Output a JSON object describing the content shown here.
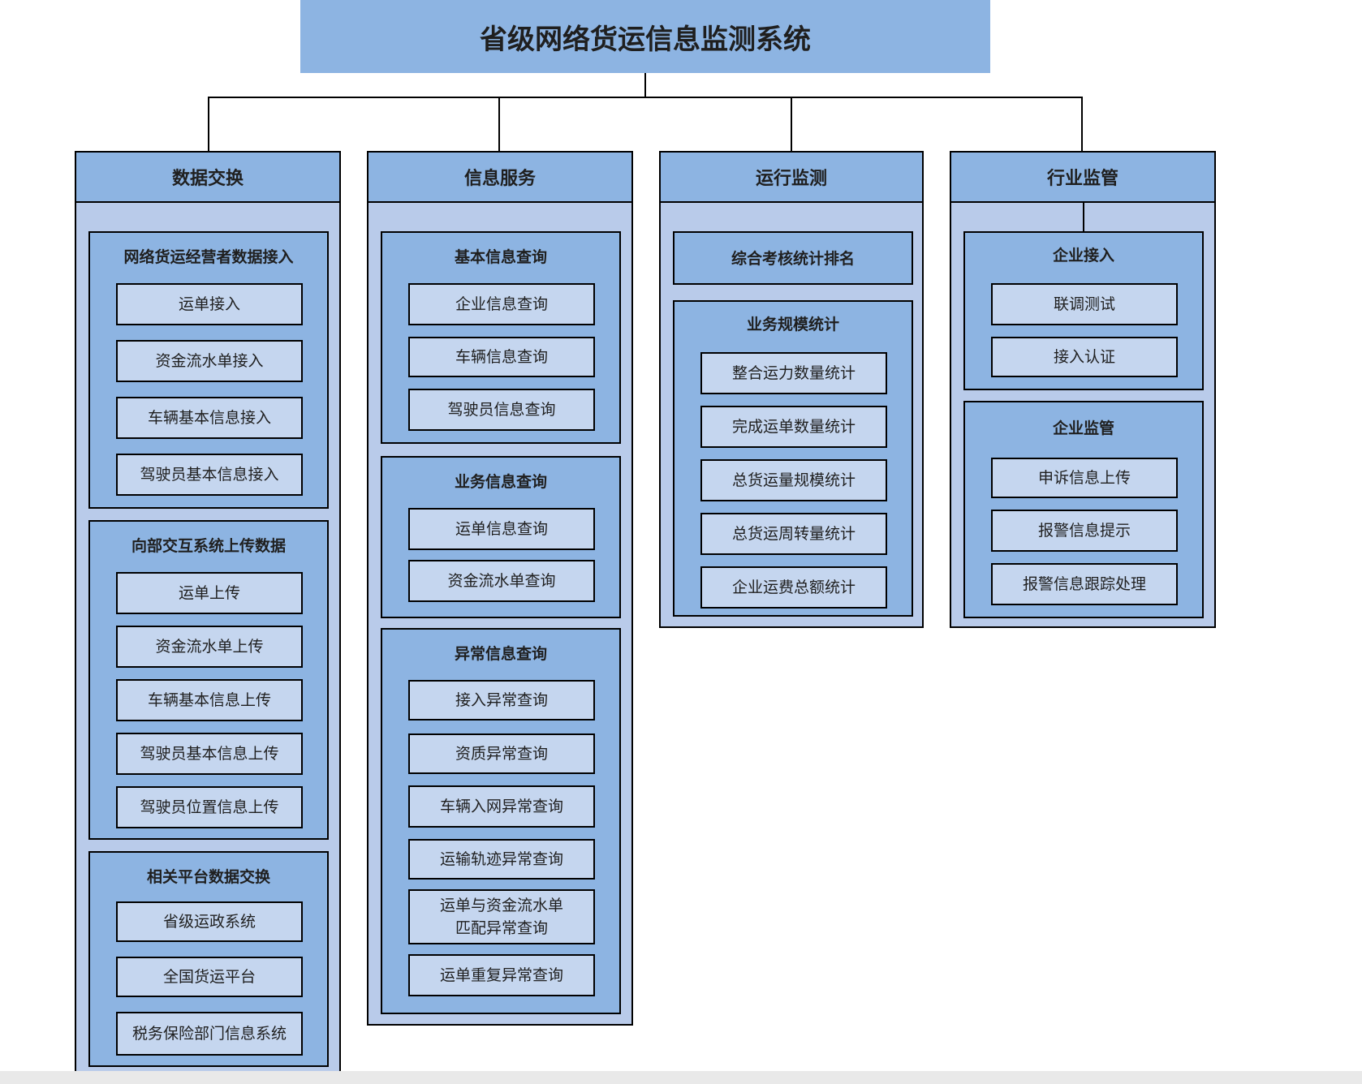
{
  "title": "省级网络货运信息监测系统",
  "columns": [
    {
      "header": "数据交换",
      "groups": [
        {
          "title": "网络货运经营者数据接入",
          "items": [
            "运单接入",
            "资金流水单接入",
            "车辆基本信息接入",
            "驾驶员基本信息接入"
          ]
        },
        {
          "title": "向部交互系统上传数据",
          "items": [
            "运单上传",
            "资金流水单上传",
            "车辆基本信息上传",
            "驾驶员基本信息上传",
            "驾驶员位置信息上传"
          ]
        },
        {
          "title": "相关平台数据交换",
          "items": [
            "省级运政系统",
            "全国货运平台",
            "税务保险部门信息系统"
          ]
        }
      ]
    },
    {
      "header": "信息服务",
      "groups": [
        {
          "title": "基本信息查询",
          "items": [
            "企业信息查询",
            "车辆信息查询",
            "驾驶员信息查询"
          ]
        },
        {
          "title": "业务信息查询",
          "items": [
            "运单信息查询",
            "资金流水单查询"
          ]
        },
        {
          "title": "异常信息查询",
          "items": [
            "接入异常查询",
            "资质异常查询",
            "车辆入网异常查询",
            "运输轨迹异常查询",
            "运单与资金流水单\n匹配异常查询",
            "运单重复异常查询"
          ]
        }
      ]
    },
    {
      "header": "运行监测",
      "groups": [
        {
          "title": "综合考核统计排名",
          "items": []
        },
        {
          "title": "业务规模统计",
          "items": [
            "整合运力数量统计",
            "完成运单数量统计",
            "总货运量规模统计",
            "总货运周转量统计",
            "企业运费总额统计"
          ]
        }
      ]
    },
    {
      "header": "行业监管",
      "groups": [
        {
          "title": "企业接入",
          "items": [
            "联调测试",
            "接入认证"
          ]
        },
        {
          "title": "企业监管",
          "items": [
            "申诉信息上传",
            "报警信息提示",
            "报警信息跟踪处理"
          ]
        }
      ]
    }
  ]
}
